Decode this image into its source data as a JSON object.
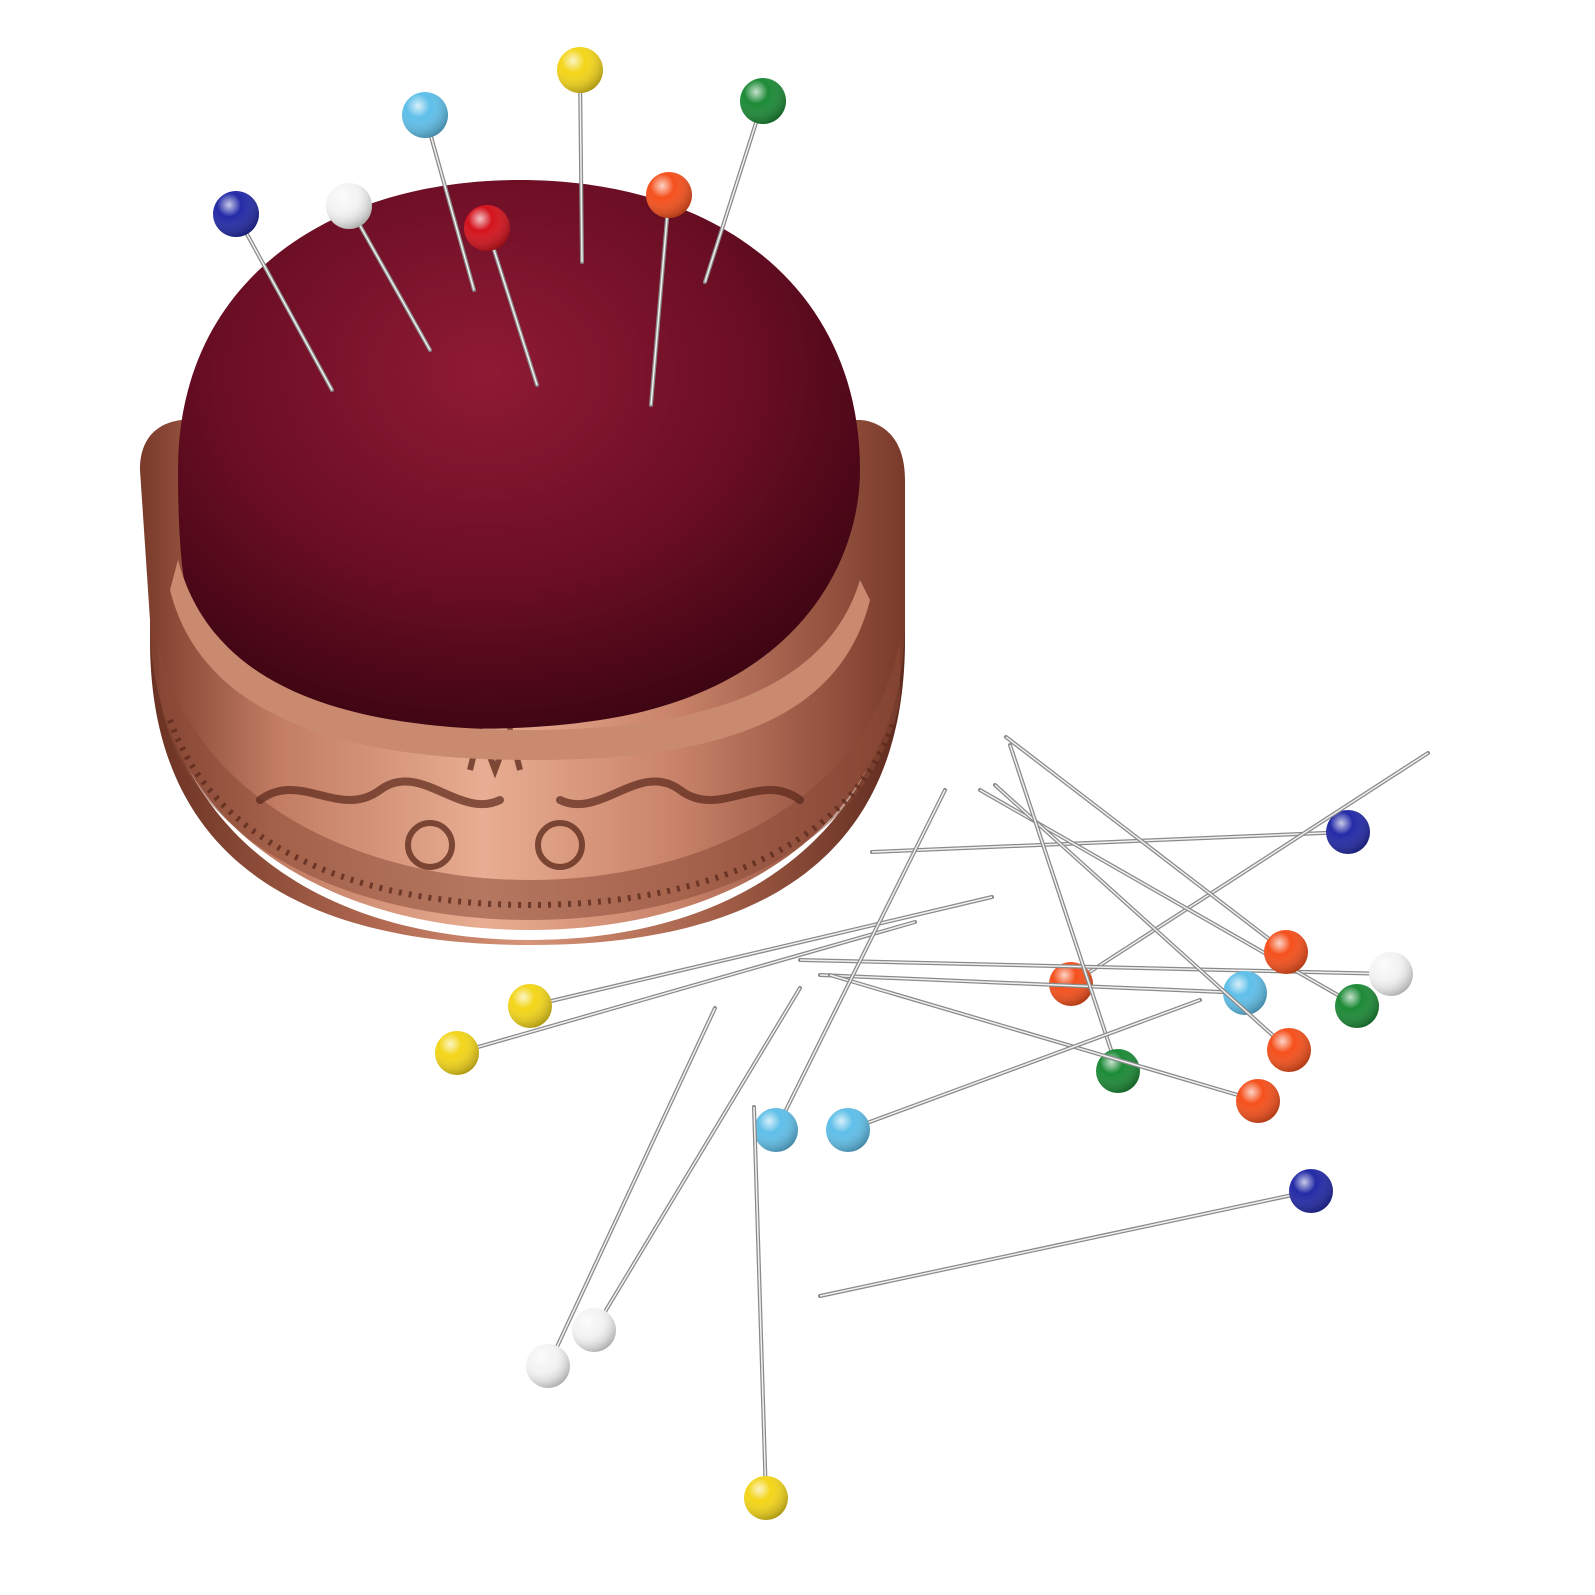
{
  "photo": {
    "subject": "",
    "colors": {
      "background": "#ffffff",
      "velvet_light": "#8a1530",
      "velvet_mid": "#6a0d22",
      "velvet_dark": "#3e0512",
      "copper_light": "#e4a58a",
      "copper_mid": "#b8715a",
      "copper_dark": "#6e3526",
      "steel_light": "#f2f2f2",
      "steel_dark": "#8a8a8a"
    },
    "pin_head_colors": {
      "navy": "#232aa6",
      "white": "#f4f4f4",
      "sky": "#5fbfe9",
      "yellow": "#f3d519",
      "red": "#d4121c",
      "orange": "#f5501c",
      "green": "#1c8a36"
    },
    "cushion_pins": [
      "navy",
      "white",
      "sky",
      "red",
      "yellow",
      "orange",
      "green"
    ],
    "loose_pins": [
      "navy",
      "orange",
      "white",
      "green",
      "sky",
      "orange",
      "orange",
      "green",
      "orange",
      "yellow",
      "yellow",
      "sky",
      "sky",
      "white",
      "white",
      "yellow",
      "navy"
    ]
  }
}
